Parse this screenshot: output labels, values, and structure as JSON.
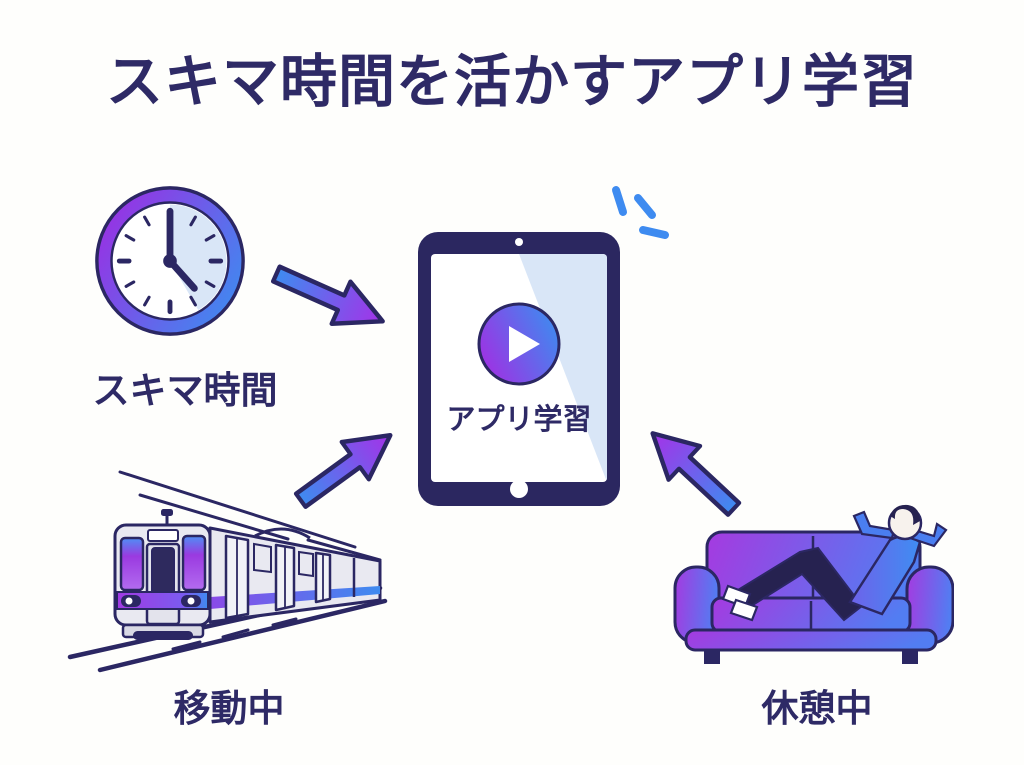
{
  "title": "スキマ時間を活かすアプリ学習",
  "diagram": {
    "center": {
      "id": "tablet",
      "label": "アプリ学習",
      "icon": "tablet-play-icon"
    },
    "sources": [
      {
        "id": "clock",
        "label": "スキマ時間",
        "icon": "clock-icon",
        "position": "top-left"
      },
      {
        "id": "train",
        "label": "移動中",
        "icon": "train-icon",
        "position": "bottom-left"
      },
      {
        "id": "couch",
        "label": "休憩中",
        "icon": "couch-icon",
        "position": "bottom-right"
      }
    ],
    "edges": [
      {
        "from": "clock",
        "to": "tablet",
        "style": "gradient-arrow"
      },
      {
        "from": "train",
        "to": "tablet",
        "style": "gradient-arrow"
      },
      {
        "from": "couch",
        "to": "tablet",
        "style": "gradient-arrow"
      }
    ]
  },
  "colors": {
    "background": "#fefefc",
    "text_navy": "#2e2a66",
    "outline_navy": "#2b2763",
    "accent_purple": "#9c33e0",
    "accent_blue": "#3e8bf0",
    "screen_tint": "#d9e6f7",
    "tablet_body": "#2b2760",
    "train_body": "#e9e9f1"
  }
}
